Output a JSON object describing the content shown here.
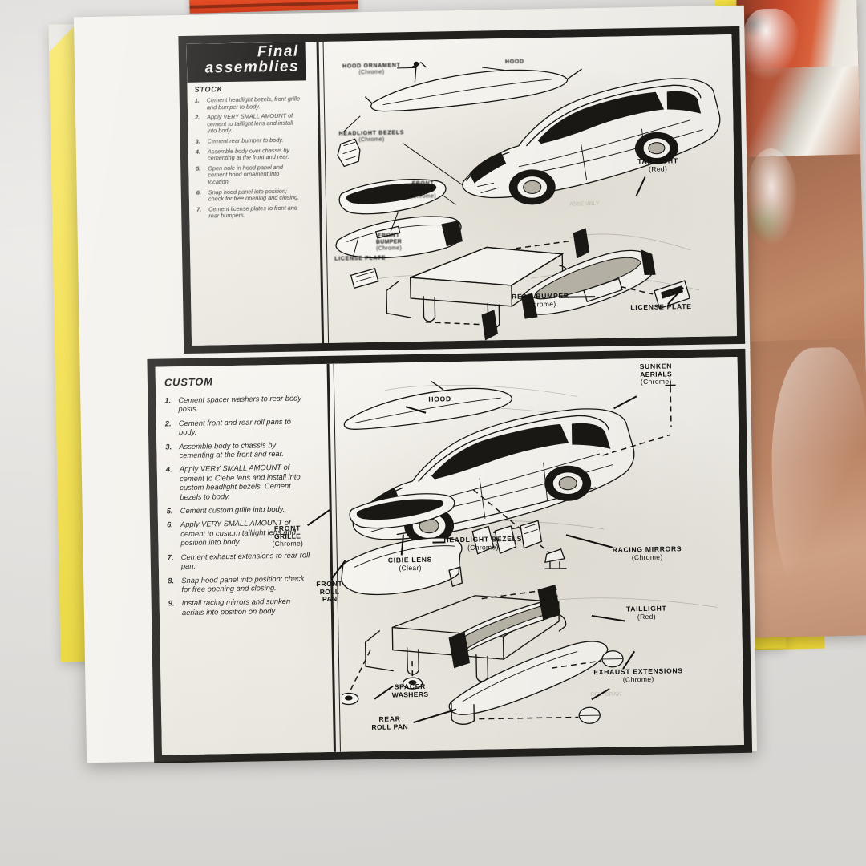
{
  "scene": {
    "description": "Photograph of a vintage model car kit instruction sheet lying on a desk with yellow paper and a glossy kit box",
    "colors": {
      "desk": "#e9e8e6",
      "yellow_paper": "#f3dd3f",
      "sheet_paper": "#f3f1ec",
      "panel_border": "#23211e",
      "ink": "#171512",
      "box_red": "#d9401d",
      "box_brown": "#b07a5c"
    }
  },
  "sheet": {
    "title": {
      "line1": "Final",
      "line2": "assemblies"
    },
    "panels": [
      {
        "id": "stock",
        "heading": "STOCK",
        "steps": [
          {
            "n": "1.",
            "text": "Cement headlight bezels, front grille and bumper to body."
          },
          {
            "n": "2.",
            "text": "Apply VERY SMALL AMOUNT of cement to taillight lens and install into body."
          },
          {
            "n": "3.",
            "text": "Cement rear bumper to body."
          },
          {
            "n": "4.",
            "text": "Assemble body over chassis by cementing at the front and rear."
          },
          {
            "n": "5.",
            "text": "Open hole in hood panel and cement hood ornament into location."
          },
          {
            "n": "6.",
            "text": "Snap hood panel into position; check for free opening and closing."
          },
          {
            "n": "7.",
            "text": "Cement license plates to front and rear bumpers."
          }
        ],
        "labels": [
          {
            "id": "hood-ornament",
            "main": "HOOD ORNAMENT",
            "sub": "(Chrome)"
          },
          {
            "id": "hood",
            "main": "HOOD",
            "sub": ""
          },
          {
            "id": "headlight-bezels",
            "main": "HEADLIGHT BEZELS",
            "sub": "(Chrome)"
          },
          {
            "id": "front-grille",
            "main": "FRONT",
            "main2": "GRILLE",
            "sub": "(Chrome)"
          },
          {
            "id": "front-bumper",
            "main": "FRONT",
            "main2": "BUMPER",
            "sub": "(Chrome)"
          },
          {
            "id": "license-plate-front",
            "main": "LICENSE PLATE",
            "sub": ""
          },
          {
            "id": "taillight",
            "main": "TAILLIGHT",
            "sub": "(Red)"
          },
          {
            "id": "rear-bumper",
            "main": "REAR BUMPER",
            "sub": "(Chrome)"
          },
          {
            "id": "license-plate-rear",
            "main": "LICENSE PLATE",
            "sub": ""
          }
        ]
      },
      {
        "id": "custom",
        "heading": "CUSTOM",
        "steps": [
          {
            "n": "1.",
            "text": "Cement spacer washers to rear body posts."
          },
          {
            "n": "2.",
            "text": "Cement front and rear roll pans to body."
          },
          {
            "n": "3.",
            "text": "Assemble body to chassis by cementing at the front and rear."
          },
          {
            "n": "4.",
            "text": "Apply VERY SMALL AMOUNT of cement to Ciebe lens and install into custom headlight bezels. Cement bezels to body."
          },
          {
            "n": "5.",
            "text": "Cement custom grille into body."
          },
          {
            "n": "6.",
            "text": "Apply VERY SMALL AMOUNT of cement to custom taillight lens and position into body."
          },
          {
            "n": "7.",
            "text": "Cement exhaust extensions to rear roll pan."
          },
          {
            "n": "8.",
            "text": "Snap hood panel into position; check for free opening and closing."
          },
          {
            "n": "9.",
            "text": "Install racing mirrors and sunken aerials into position on body."
          }
        ],
        "labels": [
          {
            "id": "hood",
            "main": "HOOD",
            "sub": ""
          },
          {
            "id": "sunken-aerials",
            "main": "SUNKEN",
            "main2": "AERIALS",
            "sub": "(Chrome)"
          },
          {
            "id": "front-grille",
            "main": "FRONT",
            "main2": "GRILLE",
            "sub": "(Chrome)"
          },
          {
            "id": "front-roll-pan",
            "main": "FRONT",
            "main2": "ROLL",
            "main3": "PAN",
            "sub": ""
          },
          {
            "id": "cibie-lens",
            "main": "CIBIE LENS",
            "sub": "(Clear)"
          },
          {
            "id": "headlight-bezels",
            "main": "HEADLIGHT BEZELS",
            "sub": "(Chrome)"
          },
          {
            "id": "racing-mirrors",
            "main": "RACING MIRRORS",
            "sub": "(Chrome)"
          },
          {
            "id": "taillight",
            "main": "TAILLIGHT",
            "sub": "(Red)"
          },
          {
            "id": "spacer-washers",
            "main": "SPACER",
            "main2": "WASHERS",
            "sub": ""
          },
          {
            "id": "rear-roll-pan",
            "main": "REAR",
            "main2": "ROLL PAN",
            "sub": ""
          },
          {
            "id": "exhaust-extensions",
            "main": "EXHAUST EXTENSIONS",
            "sub": "(Chrome)"
          }
        ]
      }
    ]
  }
}
